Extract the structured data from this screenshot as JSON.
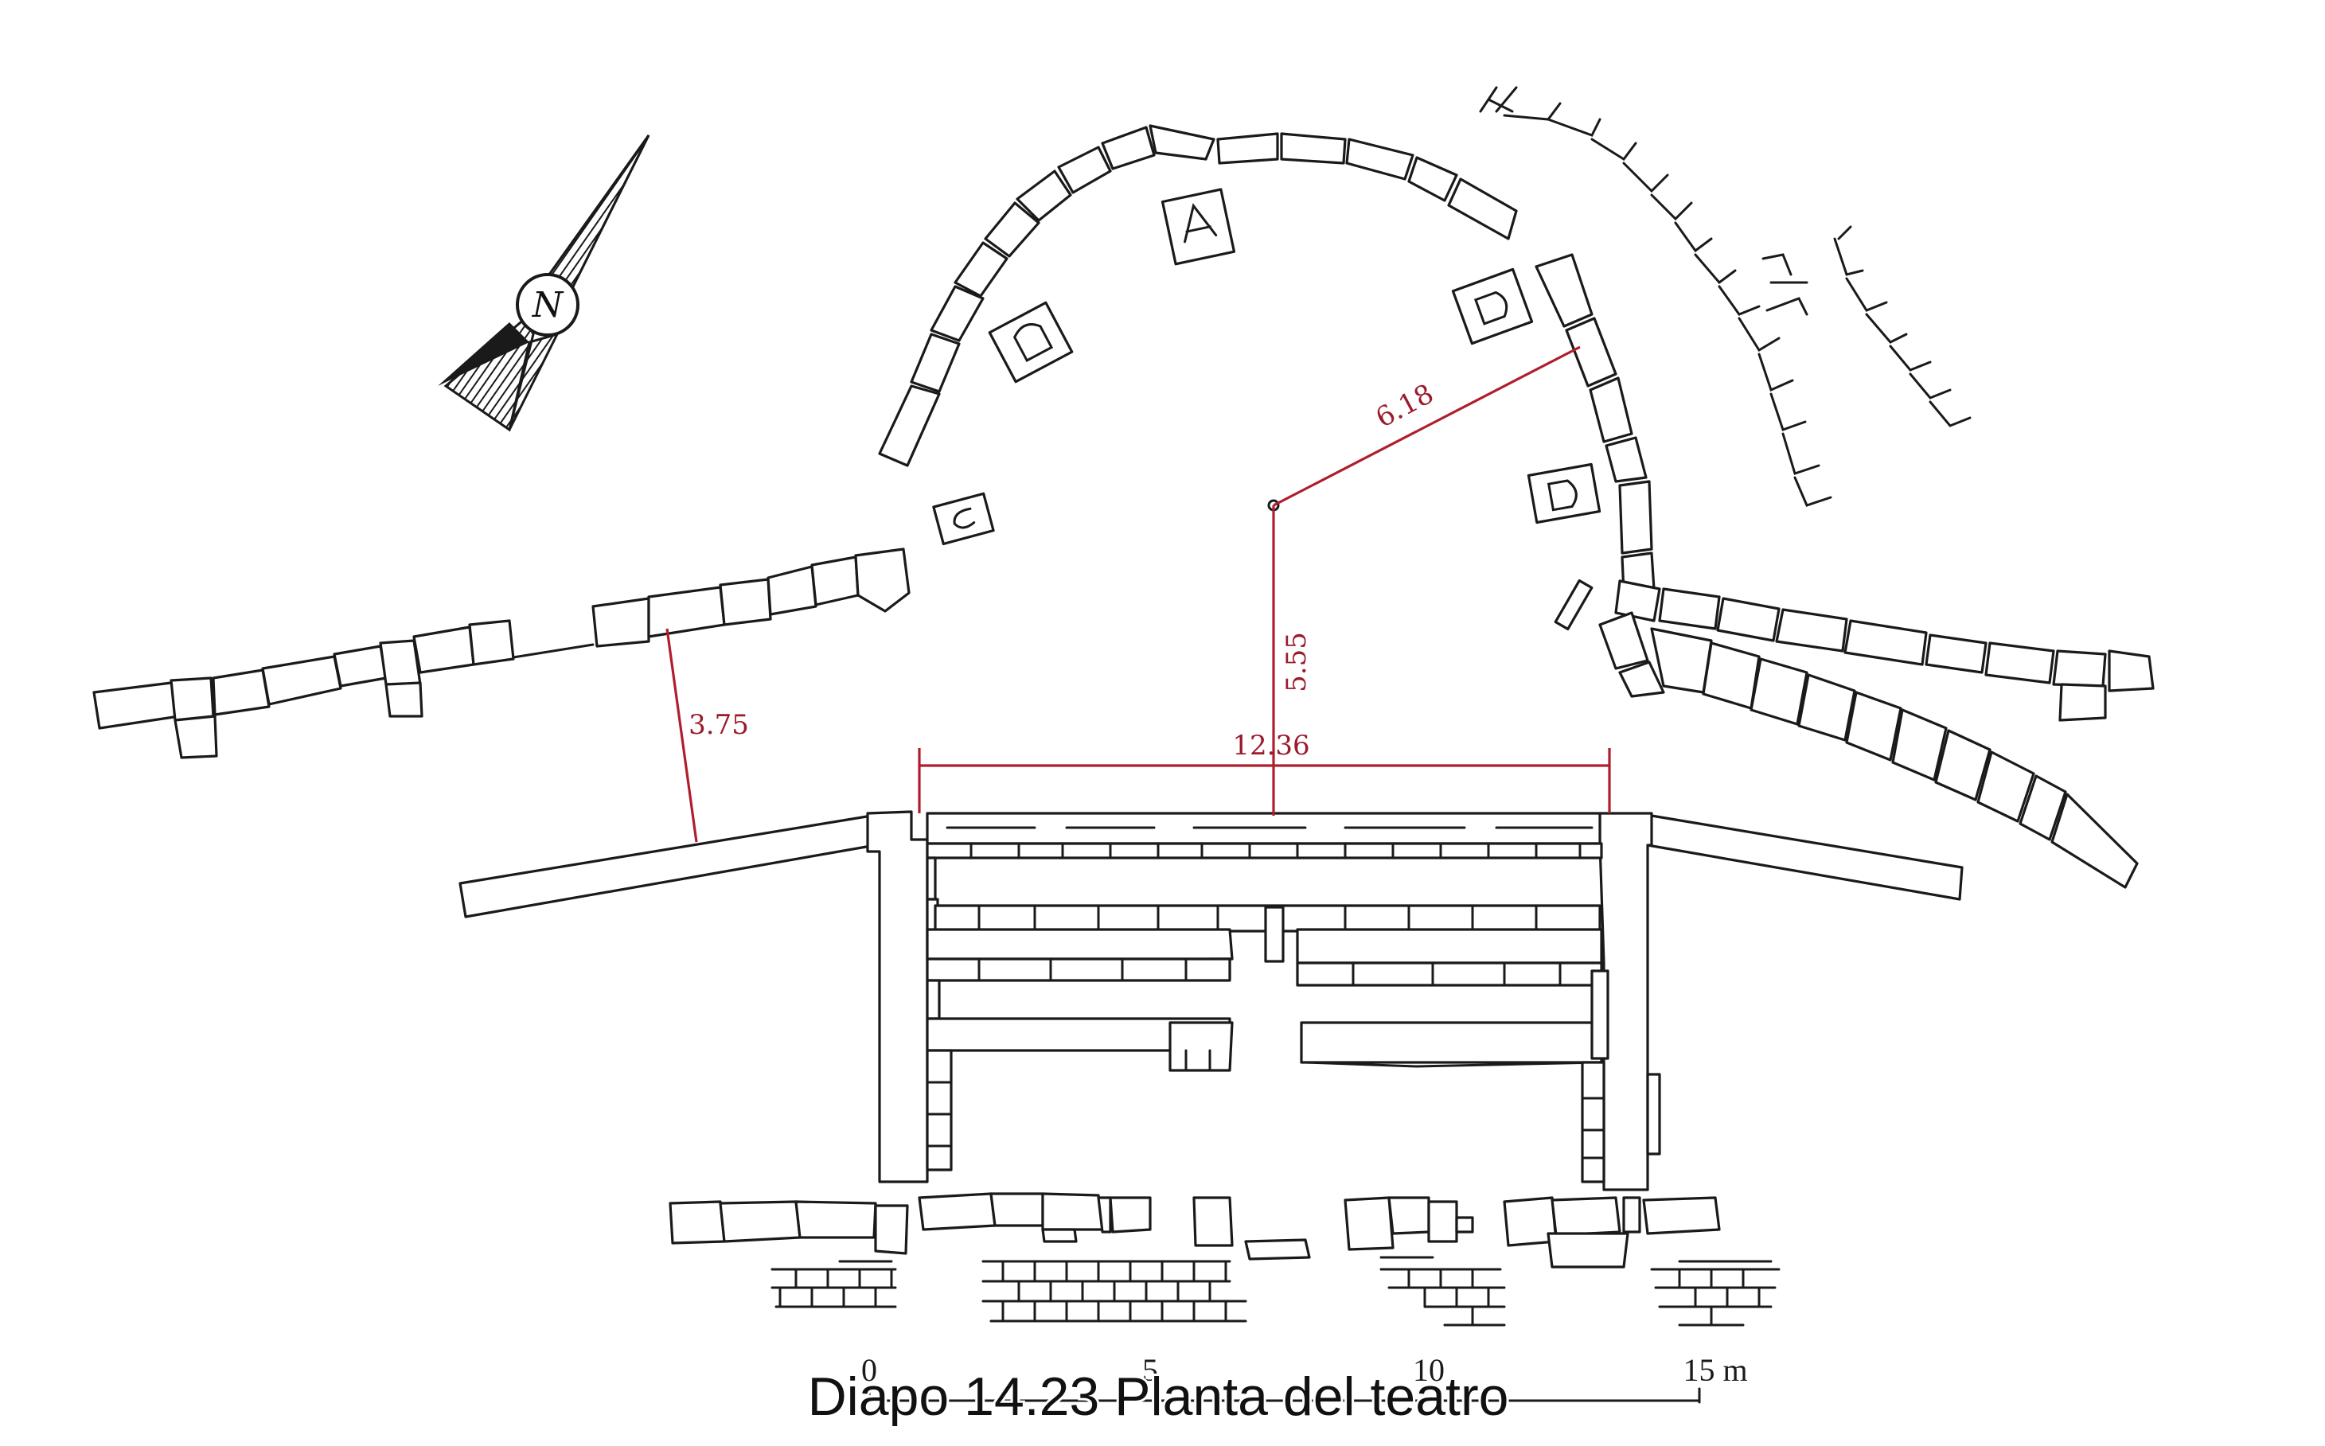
{
  "caption": "Diapo 14.23 Planta del teatro",
  "compass": {
    "label": "N"
  },
  "dimensions": {
    "radius_1": "6.18",
    "radius_2": "5.55",
    "span": "12.36",
    "offset": "3.75"
  },
  "scale_bar": {
    "labels": [
      "0",
      "5",
      "10",
      "15 m"
    ]
  },
  "colors": {
    "ink": "#1a1a1a",
    "dimension": "#b01e2e",
    "background": "#ffffff"
  }
}
